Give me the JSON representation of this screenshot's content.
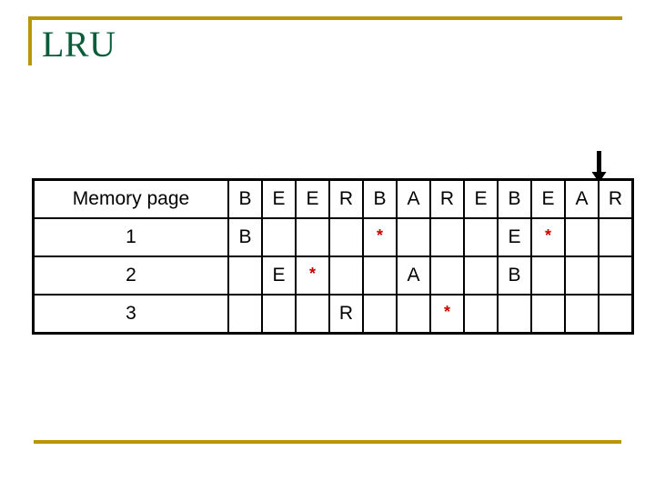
{
  "slide": {
    "title": "LRU",
    "title_color": "#0a5c3a",
    "rule_color": "#b8960c",
    "background": "#ffffff"
  },
  "arrow": {
    "name": "down-arrow-marker",
    "points_to_column_index": 9,
    "points_to_reference": "E",
    "color": "#000000"
  },
  "table": {
    "label_header": "Memory page",
    "reference_string": [
      "B",
      "E",
      "E",
      "R",
      "B",
      "A",
      "R",
      "E",
      "B",
      "E",
      "A",
      "R"
    ],
    "letter_color": "#cf8fe0",
    "star_color": "#cc0000",
    "highlight_color": "#ffff66",
    "rows": [
      {
        "label": "1",
        "cells": [
          {
            "text": "B",
            "kind": "letter",
            "highlight": false
          },
          {
            "text": "",
            "kind": "empty",
            "highlight": false
          },
          {
            "text": "",
            "kind": "empty",
            "highlight": false
          },
          {
            "text": "",
            "kind": "empty",
            "highlight": false
          },
          {
            "text": "*",
            "kind": "star",
            "highlight": false
          },
          {
            "text": "",
            "kind": "empty",
            "highlight": false
          },
          {
            "text": "",
            "kind": "empty",
            "highlight": false
          },
          {
            "text": "",
            "kind": "empty",
            "highlight": false
          },
          {
            "text": "E",
            "kind": "letter",
            "highlight": false
          },
          {
            "text": "*",
            "kind": "star",
            "highlight": true
          },
          {
            "text": "",
            "kind": "empty",
            "highlight": false
          },
          {
            "text": "",
            "kind": "empty",
            "highlight": false
          }
        ]
      },
      {
        "label": "2",
        "cells": [
          {
            "text": "",
            "kind": "empty",
            "highlight": false
          },
          {
            "text": "E",
            "kind": "letter",
            "highlight": false
          },
          {
            "text": "*",
            "kind": "star",
            "highlight": false
          },
          {
            "text": "",
            "kind": "empty",
            "highlight": false
          },
          {
            "text": "",
            "kind": "empty",
            "highlight": false
          },
          {
            "text": "A",
            "kind": "letter",
            "highlight": false
          },
          {
            "text": "",
            "kind": "empty",
            "highlight": false
          },
          {
            "text": "",
            "kind": "empty",
            "highlight": false
          },
          {
            "text": "B",
            "kind": "letter",
            "highlight": true
          },
          {
            "text": "",
            "kind": "empty",
            "highlight": true
          },
          {
            "text": "",
            "kind": "empty",
            "highlight": false
          },
          {
            "text": "",
            "kind": "empty",
            "highlight": false
          }
        ]
      },
      {
        "label": "3",
        "cells": [
          {
            "text": "",
            "kind": "empty",
            "highlight": false
          },
          {
            "text": "",
            "kind": "empty",
            "highlight": false
          },
          {
            "text": "",
            "kind": "empty",
            "highlight": false
          },
          {
            "text": "R",
            "kind": "letter",
            "highlight": false
          },
          {
            "text": "",
            "kind": "empty",
            "highlight": false
          },
          {
            "text": "",
            "kind": "empty",
            "highlight": false
          },
          {
            "text": "*",
            "kind": "star",
            "highlight": true
          },
          {
            "text": "",
            "kind": "empty",
            "highlight": true
          },
          {
            "text": "",
            "kind": "empty",
            "highlight": true
          },
          {
            "text": "",
            "kind": "empty",
            "highlight": true
          },
          {
            "text": "",
            "kind": "empty",
            "highlight": false
          },
          {
            "text": "",
            "kind": "empty",
            "highlight": false
          }
        ]
      }
    ]
  }
}
